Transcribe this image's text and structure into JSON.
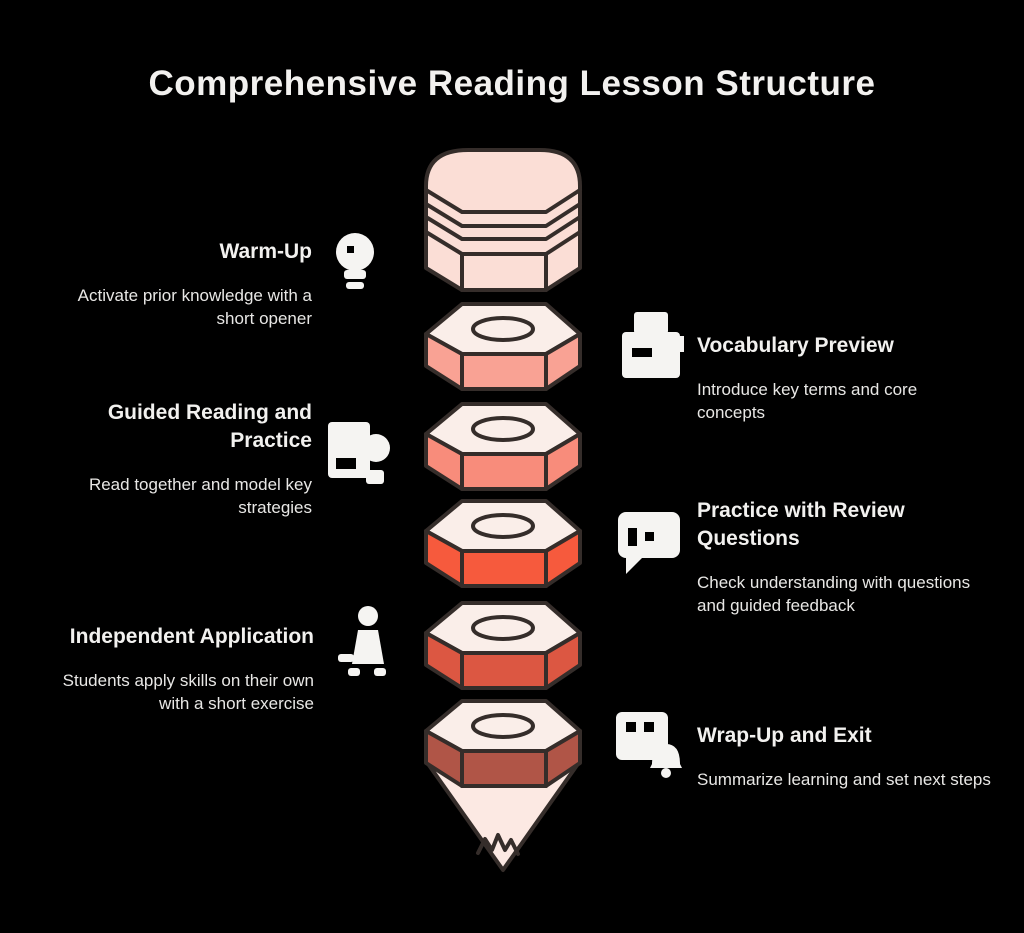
{
  "title": "Comprehensive Reading Lesson Structure",
  "background_color": "#000000",
  "text_color": "#f2f1ef",
  "icon_color": "#f5f4f2",
  "pencil": {
    "outline_color": "#352d2a",
    "colors": {
      "eraser": "#fbded6",
      "top_face": "#faeee9",
      "segment_2": "#f9a294",
      "segment_3": "#f88c7b",
      "segment_4": "#f65a3d",
      "segment_5": "#dc5742",
      "segment_6": "#b05547",
      "tip": "#fce9e3"
    }
  },
  "sections": [
    {
      "id": 1,
      "side": "left",
      "label": "Warm-Up",
      "description": "Activate prior knowledge with a short opener",
      "icon": "lightbulb-icon"
    },
    {
      "id": 2,
      "side": "right",
      "label": "Vocabulary Preview",
      "description": "Introduce key terms and core concepts",
      "icon": "book-icon"
    },
    {
      "id": 3,
      "side": "left",
      "label": "Guided Reading and Practice",
      "description": "Read together and model key strategies",
      "icon": "reading-icon"
    },
    {
      "id": 4,
      "side": "right",
      "label": "Practice with Review Questions",
      "description": "Check understanding with questions and guided feedback",
      "icon": "question-bubble-icon"
    },
    {
      "id": 5,
      "side": "left",
      "label": "Independent Application",
      "description": "Students apply skills on their own with a short exercise",
      "icon": "person-icon"
    },
    {
      "id": 6,
      "side": "right",
      "label": "Wrap-Up and Exit",
      "description": "Summarize learning and set next steps",
      "icon": "reminder-icon"
    }
  ]
}
